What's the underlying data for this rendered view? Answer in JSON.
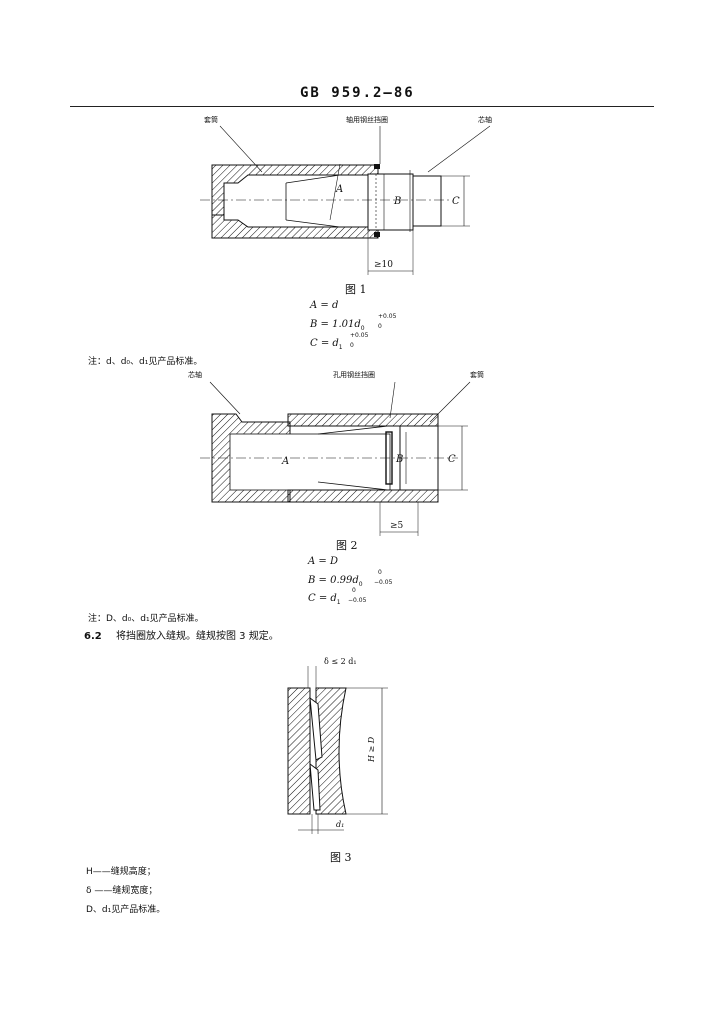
{
  "header": {
    "standard": "GB 959.2—86"
  },
  "figure1": {
    "label_sleeve": "套筒",
    "label_ring": "轴用钢丝挡圈",
    "label_mandrel": "芯轴",
    "dim_A": "A",
    "dim_B": "B",
    "dim_C": "C",
    "dim_len": "≥10",
    "caption": "图 1",
    "eq1": "A = d",
    "eq2": "B = 1.01d",
    "eq2_sub": "0",
    "eq2_sup": "+0.05",
    "eq2_inf": "0",
    "eq3": "C = d",
    "eq3_sub": "1",
    "eq3_sup": "+0.05",
    "eq3_inf": "0",
    "note": "注：d、d₀、d₁见产品标准。"
  },
  "figure2": {
    "label_mandrel": "芯轴",
    "label_ring": "孔用钢丝挡圈",
    "label_sleeve": "套筒",
    "dim_A": "A",
    "dim_B": "B",
    "dim_C": "C",
    "dim_len": "≥5",
    "caption": "图 2",
    "eq1": "A = D",
    "eq2": "B = 0.99d",
    "eq2_sub": "0",
    "eq2_sup": "0",
    "eq2_inf": "−0.05",
    "eq3": "C = d",
    "eq3_sub": "1",
    "eq3_sup": "0",
    "eq3_inf": "−0.05",
    "note": "注：D、d₀、d₁见产品标准。"
  },
  "section62": {
    "number": "6.2",
    "text": "将挡圈放入缝规。缝规按图 3 规定。"
  },
  "figure3": {
    "dim_delta": "δ ≤ 2 d₁",
    "dim_H": "H ≥ D",
    "dim_d": "d₁",
    "caption": "图 3"
  },
  "legend": {
    "line1": "H——缝规高度；",
    "line2": "δ ——缝规宽度；",
    "line3": "D、d₁见产品标准。"
  }
}
